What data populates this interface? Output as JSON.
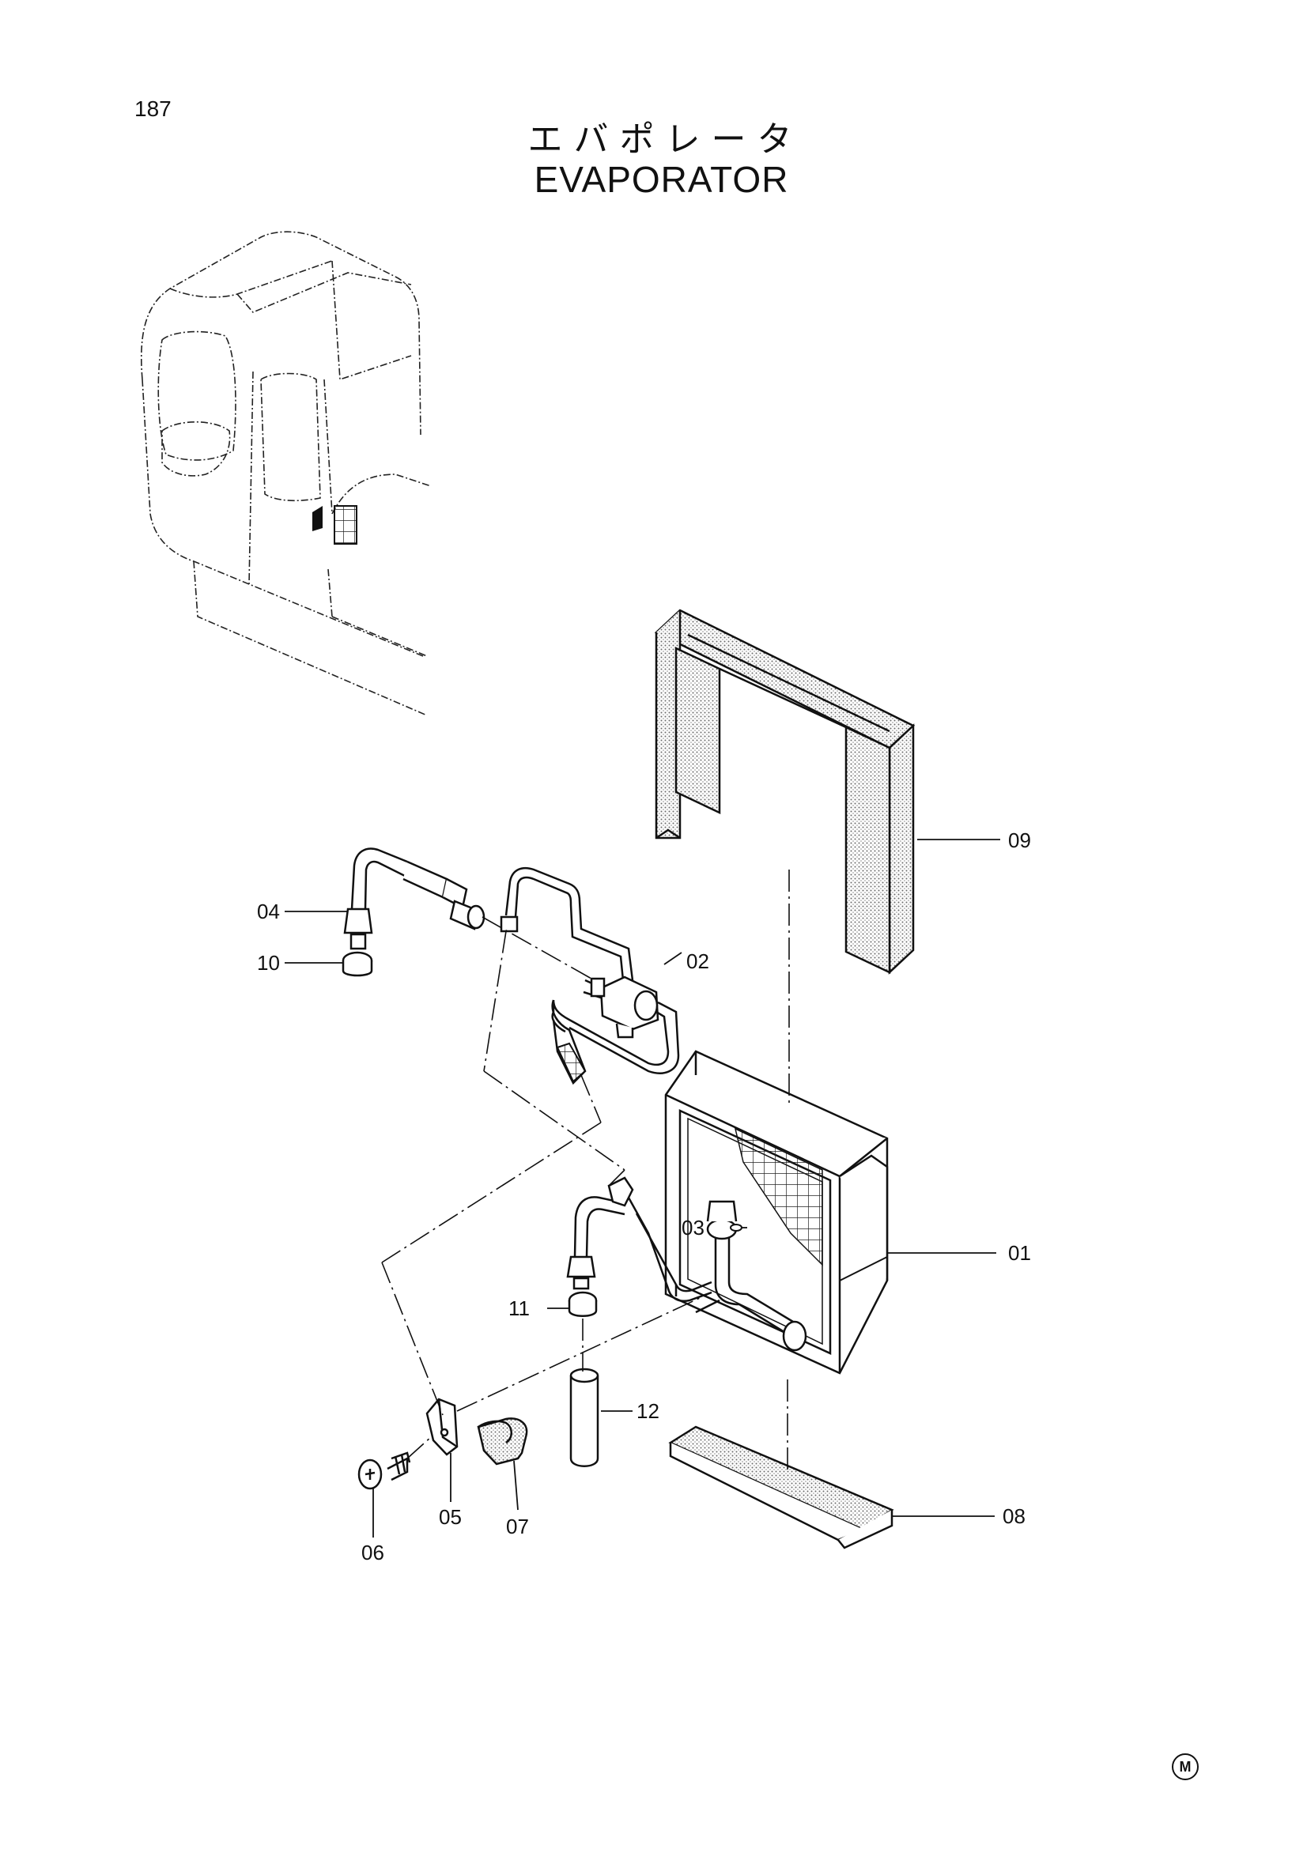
{
  "page": {
    "number": "187",
    "title_jp": "エバポレータ",
    "title_en": "EVAPORATOR",
    "footer_mark": "M"
  },
  "callouts": {
    "c01": "01",
    "c02": "02",
    "c03": "03",
    "c04": "04",
    "c05": "05",
    "c06": "06",
    "c07": "07",
    "c08": "08",
    "c09": "09",
    "c10": "10",
    "c11": "11",
    "c12": "12"
  }
}
